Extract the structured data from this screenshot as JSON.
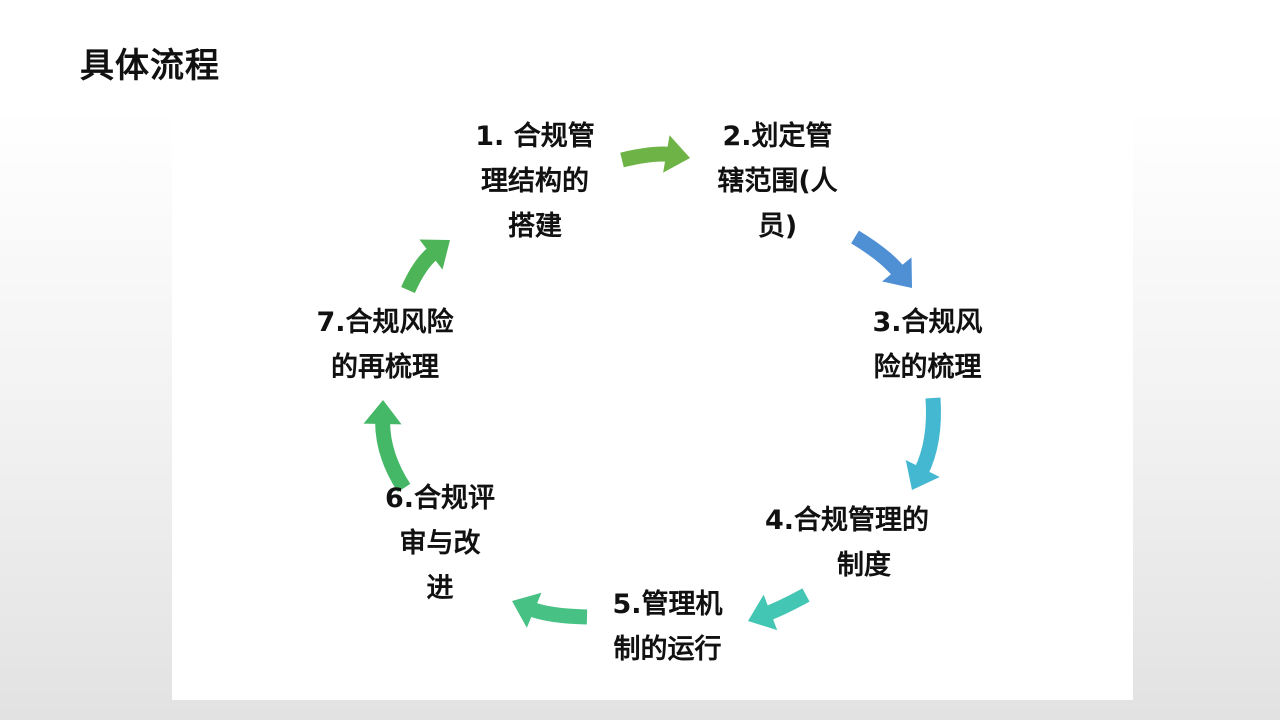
{
  "slide": {
    "title": "具体流程"
  },
  "steps": [
    {
      "lines": [
        "1. 合规管",
        "理结构的",
        "搭建"
      ]
    },
    {
      "lines": [
        "2.划定管",
        "辖范围(人",
        "员)"
      ]
    },
    {
      "lines": [
        "3.合规风",
        "险的梳理"
      ]
    },
    {
      "lines": [
        "4.合规管理的",
        "制度"
      ]
    },
    {
      "lines": [
        "5.管理机",
        "制的运行"
      ]
    },
    {
      "lines": [
        "6.合规评",
        "审与改",
        "进"
      ]
    },
    {
      "lines": [
        "7.合规风险",
        "的再梳理"
      ]
    }
  ],
  "arrows": [
    {
      "from": 1,
      "to": 2,
      "color": "#6db346"
    },
    {
      "from": 2,
      "to": 3,
      "color": "#4f8fd4"
    },
    {
      "from": 3,
      "to": 4,
      "color": "#45b8d1"
    },
    {
      "from": 4,
      "to": 5,
      "color": "#44c6b4"
    },
    {
      "from": 5,
      "to": 6,
      "color": "#47c284"
    },
    {
      "from": 6,
      "to": 7,
      "color": "#45b867"
    },
    {
      "from": 7,
      "to": 1,
      "color": "#4db458"
    }
  ]
}
